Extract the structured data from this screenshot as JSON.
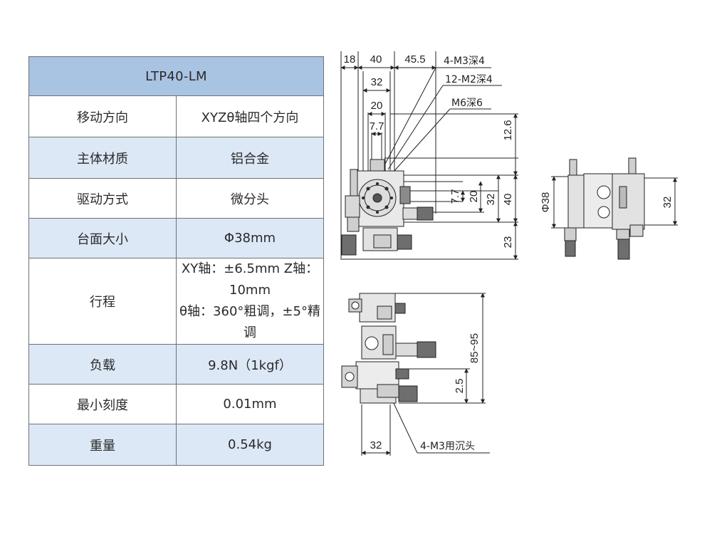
{
  "table": {
    "title": "LTP40-LM",
    "rows": [
      {
        "label": "移动方向",
        "value": "XYZθ轴四个方向"
      },
      {
        "label": "主体材质",
        "value": "铝合金"
      },
      {
        "label": "驱动方式",
        "value": "微分头"
      },
      {
        "label": "台面大小",
        "value": "Φ38mm"
      },
      {
        "label": "行程",
        "value_line1": "XY轴：±6.5mm Z轴：10mm",
        "value_line2": "θ轴：360°粗调，±5°精调"
      },
      {
        "label": "负载",
        "value": "9.8N（1kgf）"
      },
      {
        "label": "最小刻度",
        "value": "0.01mm"
      },
      {
        "label": "重量",
        "value": "0.54kg"
      }
    ]
  },
  "drawing": {
    "top_dims": [
      "18",
      "40",
      "45.5",
      "32",
      "20",
      "7.7"
    ],
    "callouts": [
      "4-M3深4",
      "12-M2深4",
      "M6深6"
    ],
    "right_dims": [
      "12.6",
      "7.7",
      "20",
      "32",
      "40",
      "23"
    ],
    "side_dims": [
      "Φ38",
      "32"
    ],
    "front_dims": [
      "85~95",
      "2.5",
      "32"
    ],
    "front_callout": "4-M3用沉头"
  },
  "colors": {
    "header_bg": "#a9c3e3",
    "row_bg": "#dde8f6",
    "border": "#6f7175",
    "line": "#222222"
  }
}
